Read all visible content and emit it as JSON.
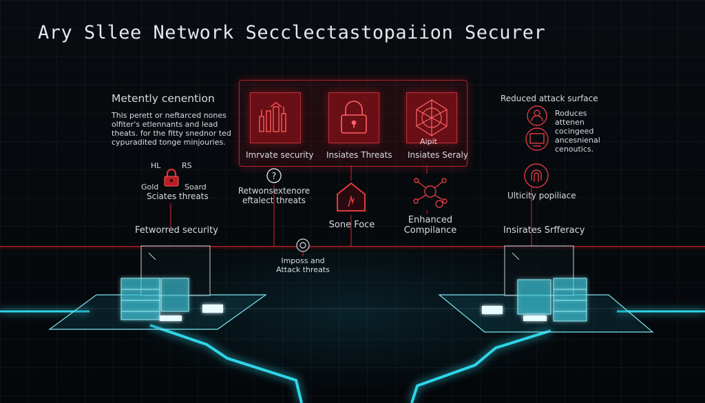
{
  "title": "Ary Sllee Network Secclectastopaiion Securer",
  "colors": {
    "accent_red": "#c0242c",
    "accent_cyan": "#2fd6e8",
    "background": "#05080b",
    "text": "#d9dde1"
  },
  "left_column": {
    "heading": "Metently cenention",
    "desc": [
      "This perett or neftarced nones",
      "olfiter's etlennants and lead",
      "theats. for the fitty snednor ted",
      "cypuradited tonge minjouries."
    ],
    "lock_labels": {
      "left": "HL",
      "right": "RS",
      "bottom_left": "Gold",
      "bottom_right": "Soard"
    },
    "lock_caption": "Sciates threats",
    "node_label": "Fetworred security"
  },
  "panel": {
    "items": [
      {
        "label": "Imrvate security",
        "icon": "server-rack-icon"
      },
      {
        "label": "Insiates Threats",
        "icon": "padlock-icon"
      },
      {
        "label": "Insiates Seraly",
        "icon": "globe-network-icon",
        "tag": "Aipit"
      }
    ]
  },
  "middle": {
    "question_caption": [
      "Retwonsextenore",
      "eftalect threats"
    ],
    "house_label": "Sone Foce",
    "compliance_label": [
      "Enhanced",
      "Compilance"
    ],
    "bottom_caption": [
      "Imposs and",
      "Attack threats"
    ]
  },
  "right_column": {
    "heading": "Reduced attack surface",
    "desc": [
      "Roduces",
      "attenen",
      "cocingeed",
      "ancesnienal",
      "cenoutics."
    ],
    "fingerprint_caption": "Ulticity popiliace",
    "node_label": "Insirates Srfferacy"
  }
}
